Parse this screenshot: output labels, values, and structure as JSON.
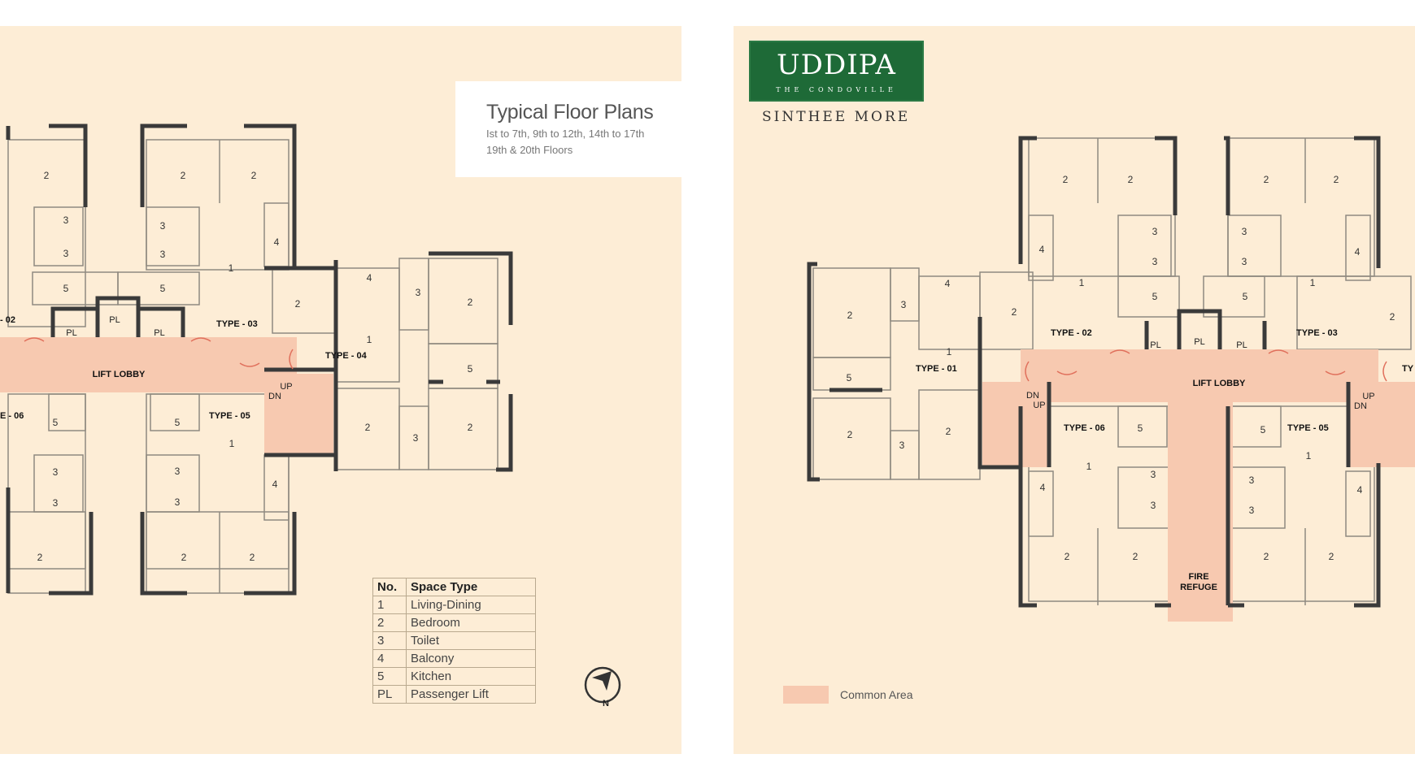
{
  "title": {
    "main": "Typical Floor Plans",
    "floors_line1": "Ist to 7th, 9th to 12th, 14th to 17th",
    "floors_line2": "19th & 20th Floors"
  },
  "logo": {
    "word": "UDDIPA",
    "tagline": "THE CONDOVILLE",
    "location": "SINTHEE MORE"
  },
  "legend": {
    "header": {
      "no": "No.",
      "type": "Space Type"
    },
    "rows": [
      {
        "no": "1",
        "type": "Living-Dining"
      },
      {
        "no": "2",
        "type": "Bedroom"
      },
      {
        "no": "3",
        "type": "Toilet"
      },
      {
        "no": "4",
        "type": "Balcony"
      },
      {
        "no": "5",
        "type": "Kitchen"
      },
      {
        "no": "PL",
        "type": "Passenger Lift"
      }
    ]
  },
  "common_area_legend": "Common Area",
  "compass": {
    "label": "N"
  },
  "colors": {
    "panel": "#fdedd6",
    "common_area": "#f7c9b0",
    "logo_green": "#1e6a37",
    "wall": "#3a3a3a",
    "thin_wall": "#8f8a80"
  },
  "plan_left": {
    "lift_lobby": "LIFT LOBBY",
    "units": [
      "- 02",
      "TYPE - 03",
      "TYPE - 04",
      "E - 06",
      "TYPE - 05"
    ],
    "stair": {
      "up": "UP",
      "dn": "DN"
    },
    "lift": "PL"
  },
  "plan_right": {
    "lift_lobby": "LIFT LOBBY",
    "fire_refuge": [
      "FIRE",
      "REFUGE"
    ],
    "units": [
      "TYPE - 01",
      "TYPE - 02",
      "TYPE - 03",
      "TYPE - 06",
      "TYPE - 05",
      "TY"
    ],
    "stair_left": {
      "dn": "DN",
      "up": "UP"
    },
    "stair_right": {
      "up": "UP",
      "dn": "DN"
    },
    "lift": "PL"
  }
}
